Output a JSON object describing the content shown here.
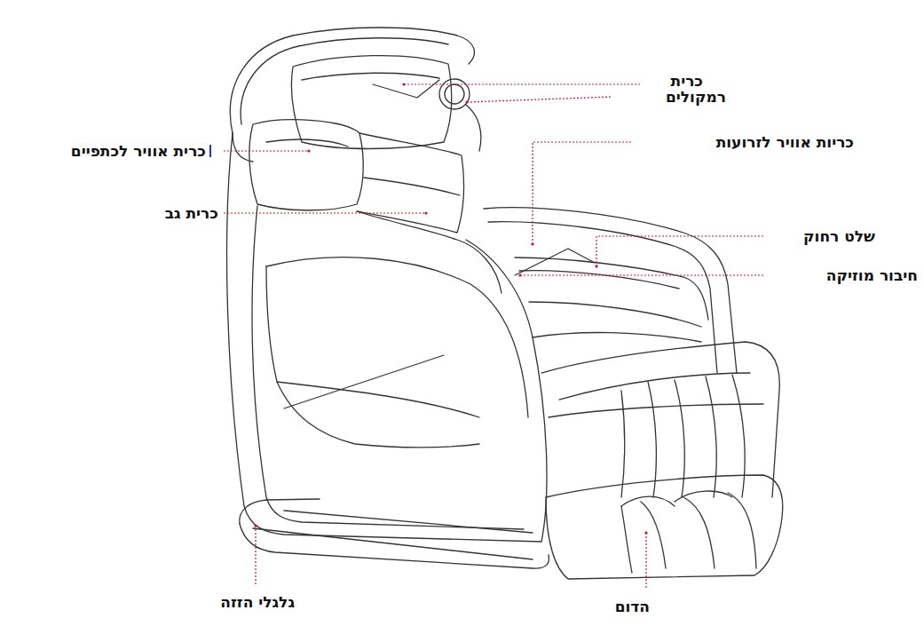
{
  "diagram": {
    "labels": [
      "כרית",
      "רמקולים",
      "כרית אוויר לכתפיים",
      "כריות אוויר לזרועות",
      "כרית גב",
      "שלט רחוק",
      "חיבור מוזיקה",
      "גלגלי הזזה",
      "הדום"
    ]
  }
}
